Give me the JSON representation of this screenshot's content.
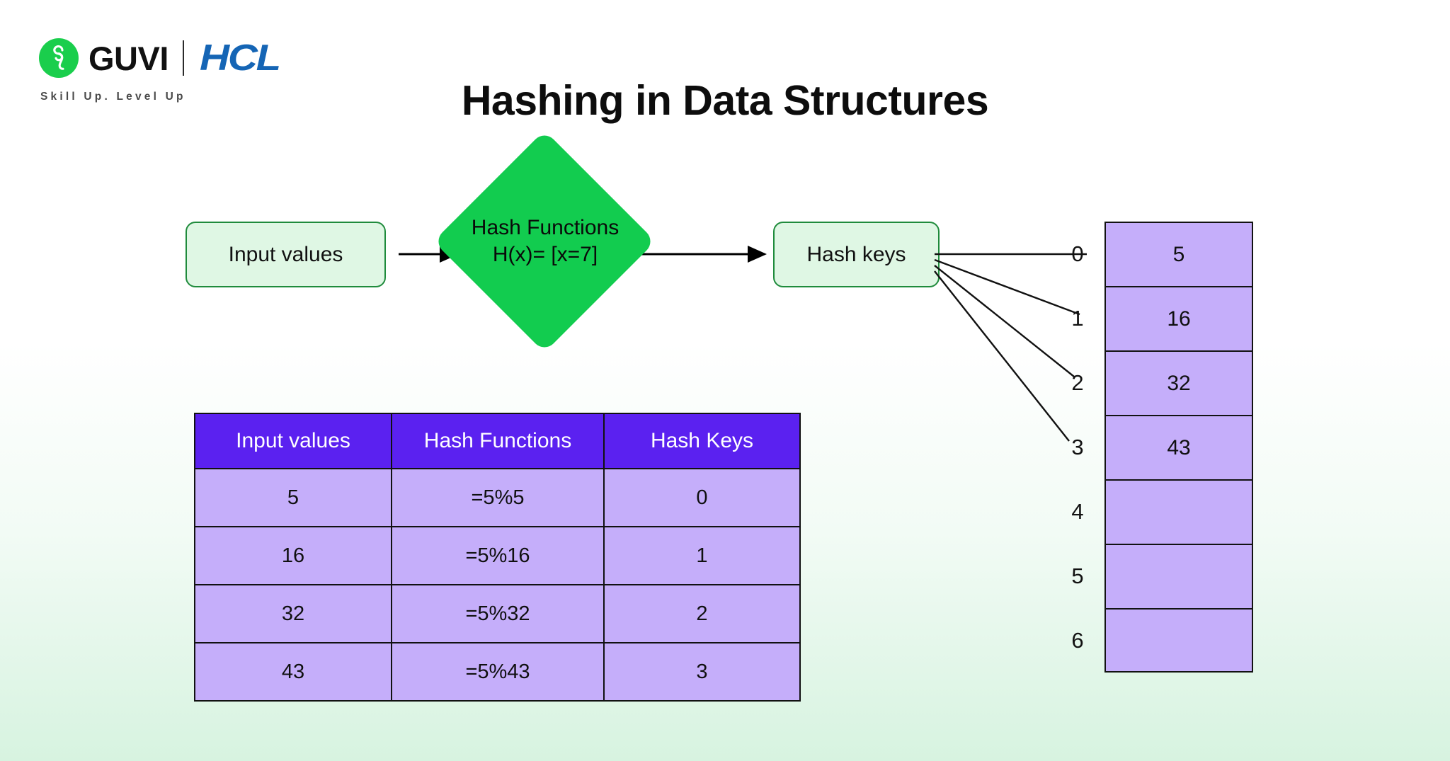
{
  "brand": {
    "logo_icon": "guvi-g-mark-icon",
    "guvi_name": "GUVI",
    "partner_name": "HCL",
    "tagline": "Skill Up. Level Up",
    "guvi_green": "#1ace4c",
    "hcl_blue": "#1565b5"
  },
  "title": "Hashing in Data Structures",
  "flow": {
    "input_box_label": "Input values",
    "hash_function_line1": "Hash Functions",
    "hash_function_line2": "H(x)= [x=7]",
    "hash_keys_label": "Hash keys",
    "diamond_color": "#12cc4f",
    "box_fill": "#dff7e4",
    "box_border": "#1f8b3c",
    "arrow_color": "#000000",
    "connector_targets": [
      "0",
      "1",
      "2",
      "3"
    ]
  },
  "table": {
    "header_color": "#5b21f0",
    "cell_color": "#c5aefa",
    "columns": [
      "Input values",
      "Hash Functions",
      "Hash Keys"
    ],
    "rows": [
      [
        "5",
        "=5%5",
        "0"
      ],
      [
        "16",
        "=5%16",
        "1"
      ],
      [
        "32",
        "=5%32",
        "2"
      ],
      [
        "43",
        "=5%43",
        "3"
      ]
    ]
  },
  "hash_array": {
    "cell_color": "#c5aefa",
    "slots": [
      {
        "index": "0",
        "value": "5"
      },
      {
        "index": "1",
        "value": "16"
      },
      {
        "index": "2",
        "value": "32"
      },
      {
        "index": "3",
        "value": "43"
      },
      {
        "index": "4",
        "value": ""
      },
      {
        "index": "5",
        "value": ""
      },
      {
        "index": "6",
        "value": ""
      }
    ]
  }
}
